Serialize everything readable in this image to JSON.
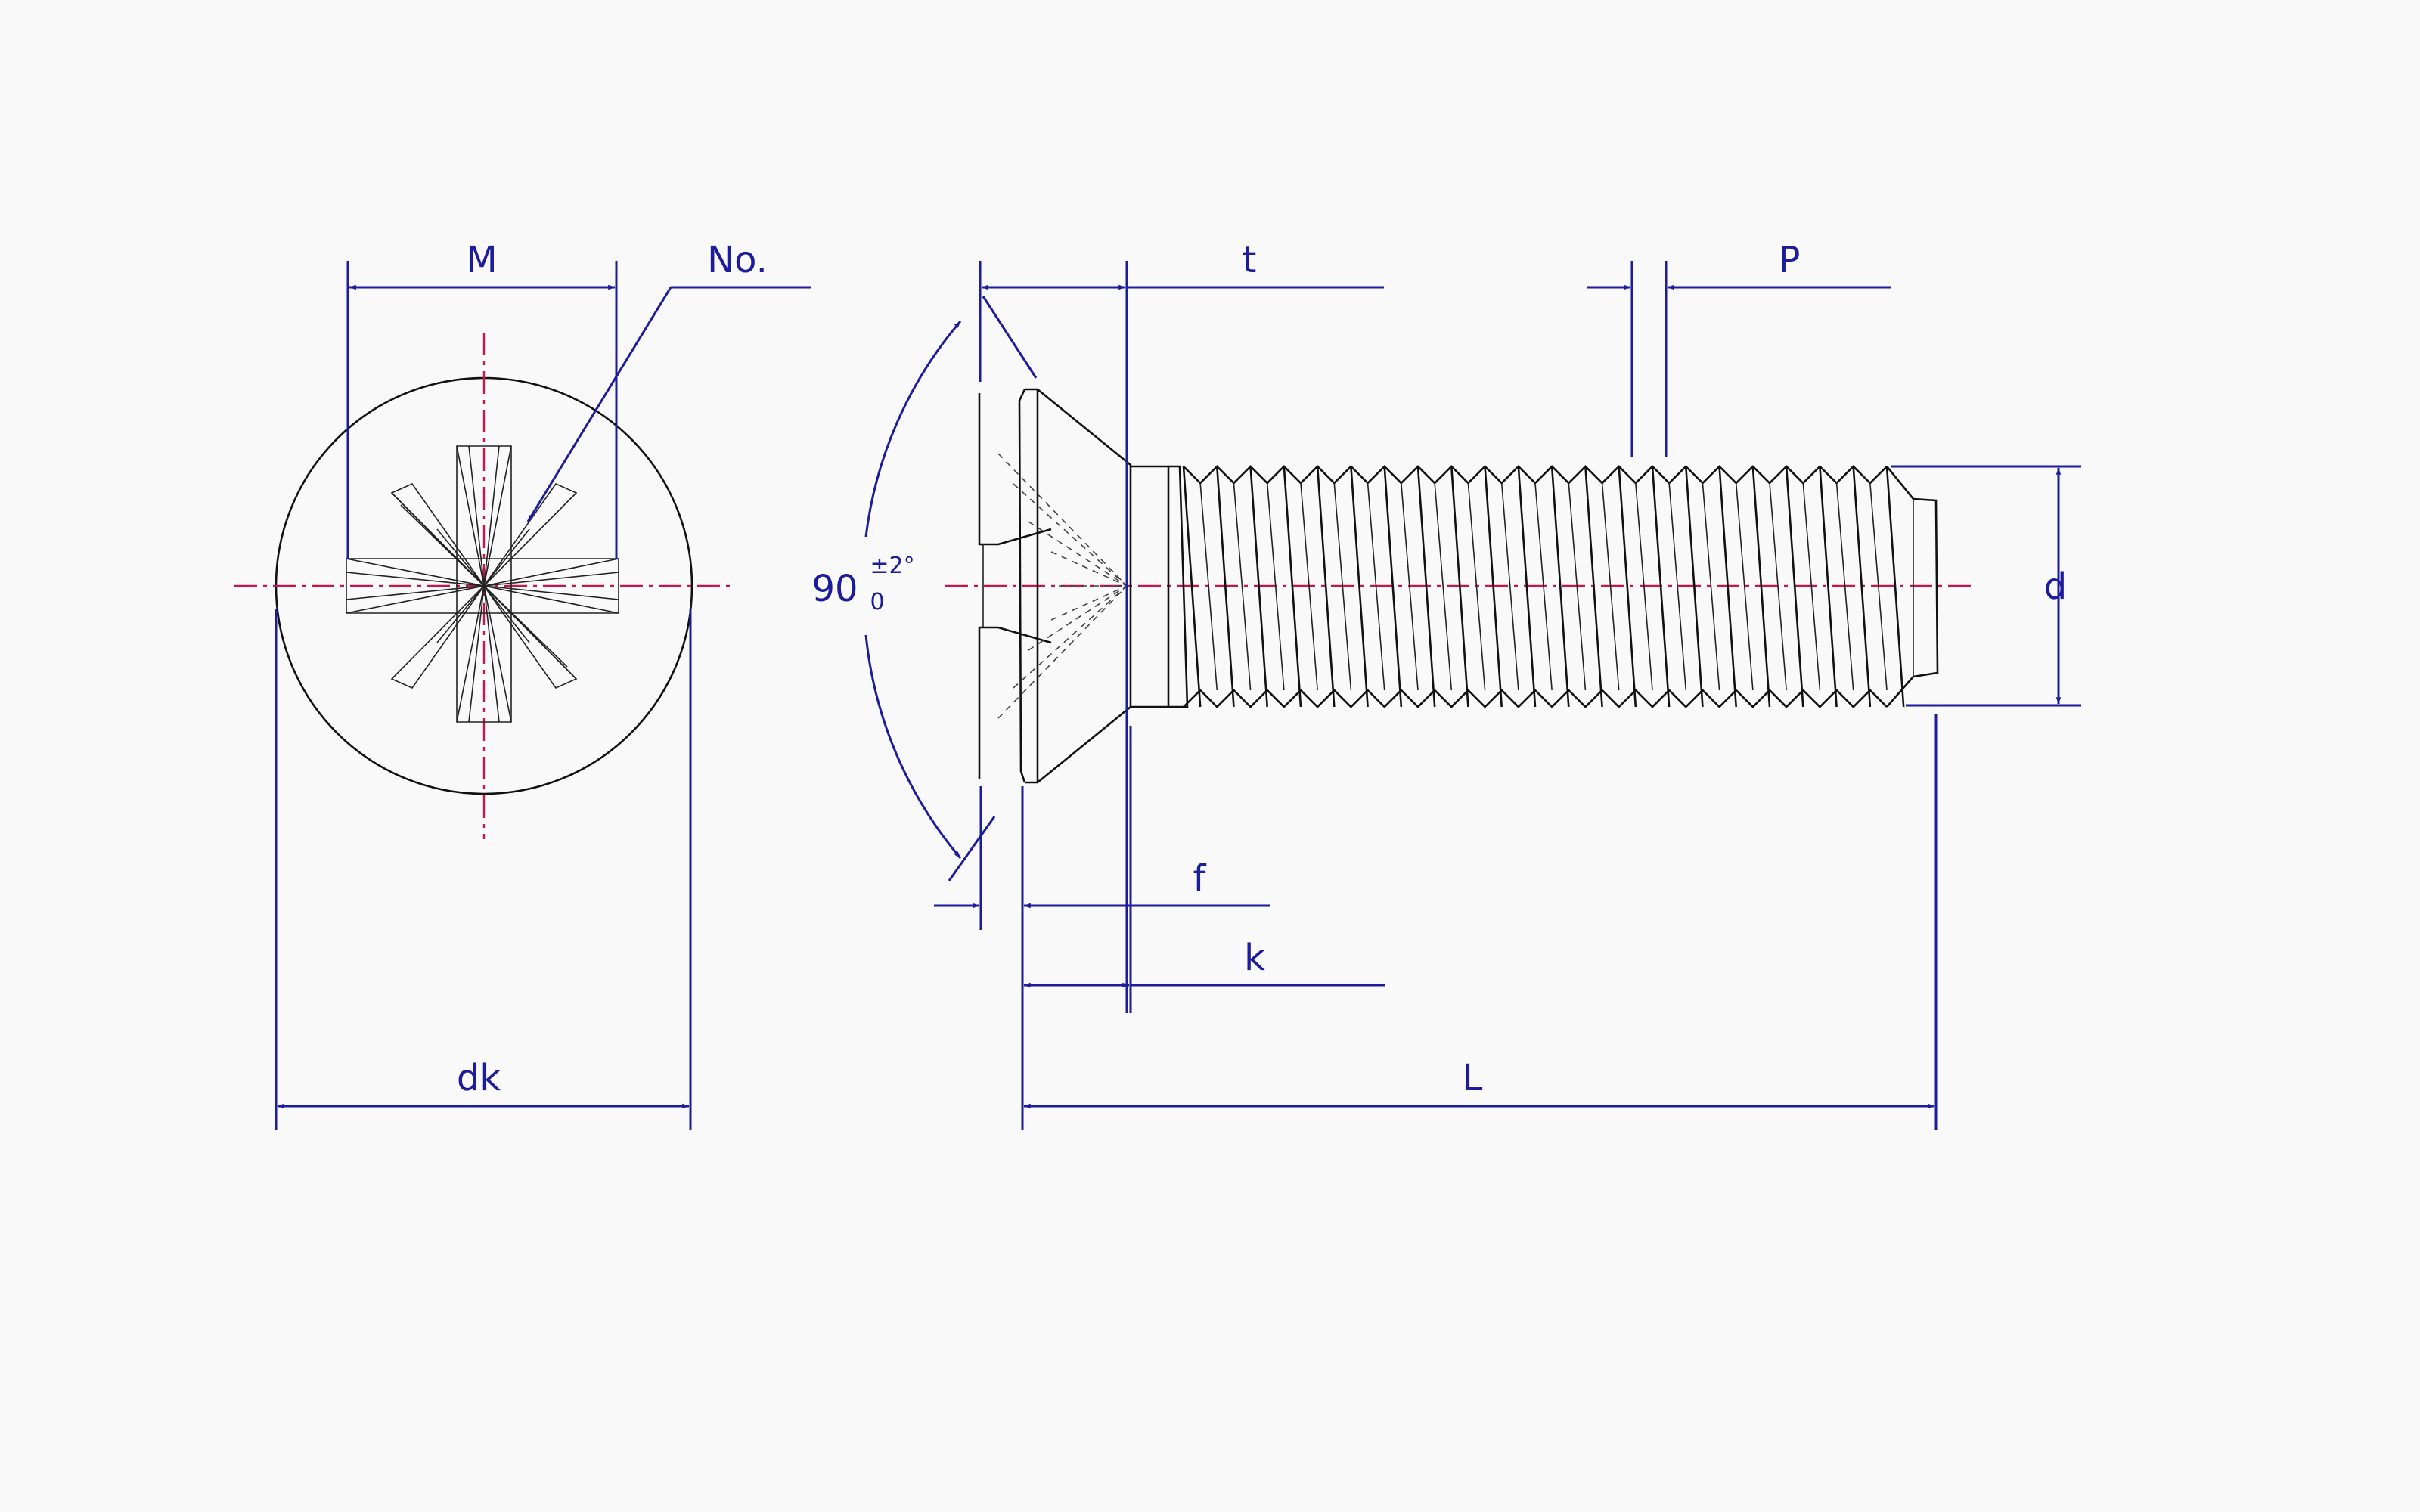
{
  "labels": {
    "m": "M",
    "no": "No.",
    "t": "t",
    "p": "P",
    "angle": "90",
    "tol_upper": "±2°",
    "tol_lower": "0",
    "d": "d",
    "f": "f",
    "k": "k",
    "dk": "dk",
    "l": "L"
  },
  "colors": {
    "dimension": "#1c1c9c",
    "outline": "#111111",
    "centerline": "#c2184f",
    "background": "#f9f9f9"
  }
}
